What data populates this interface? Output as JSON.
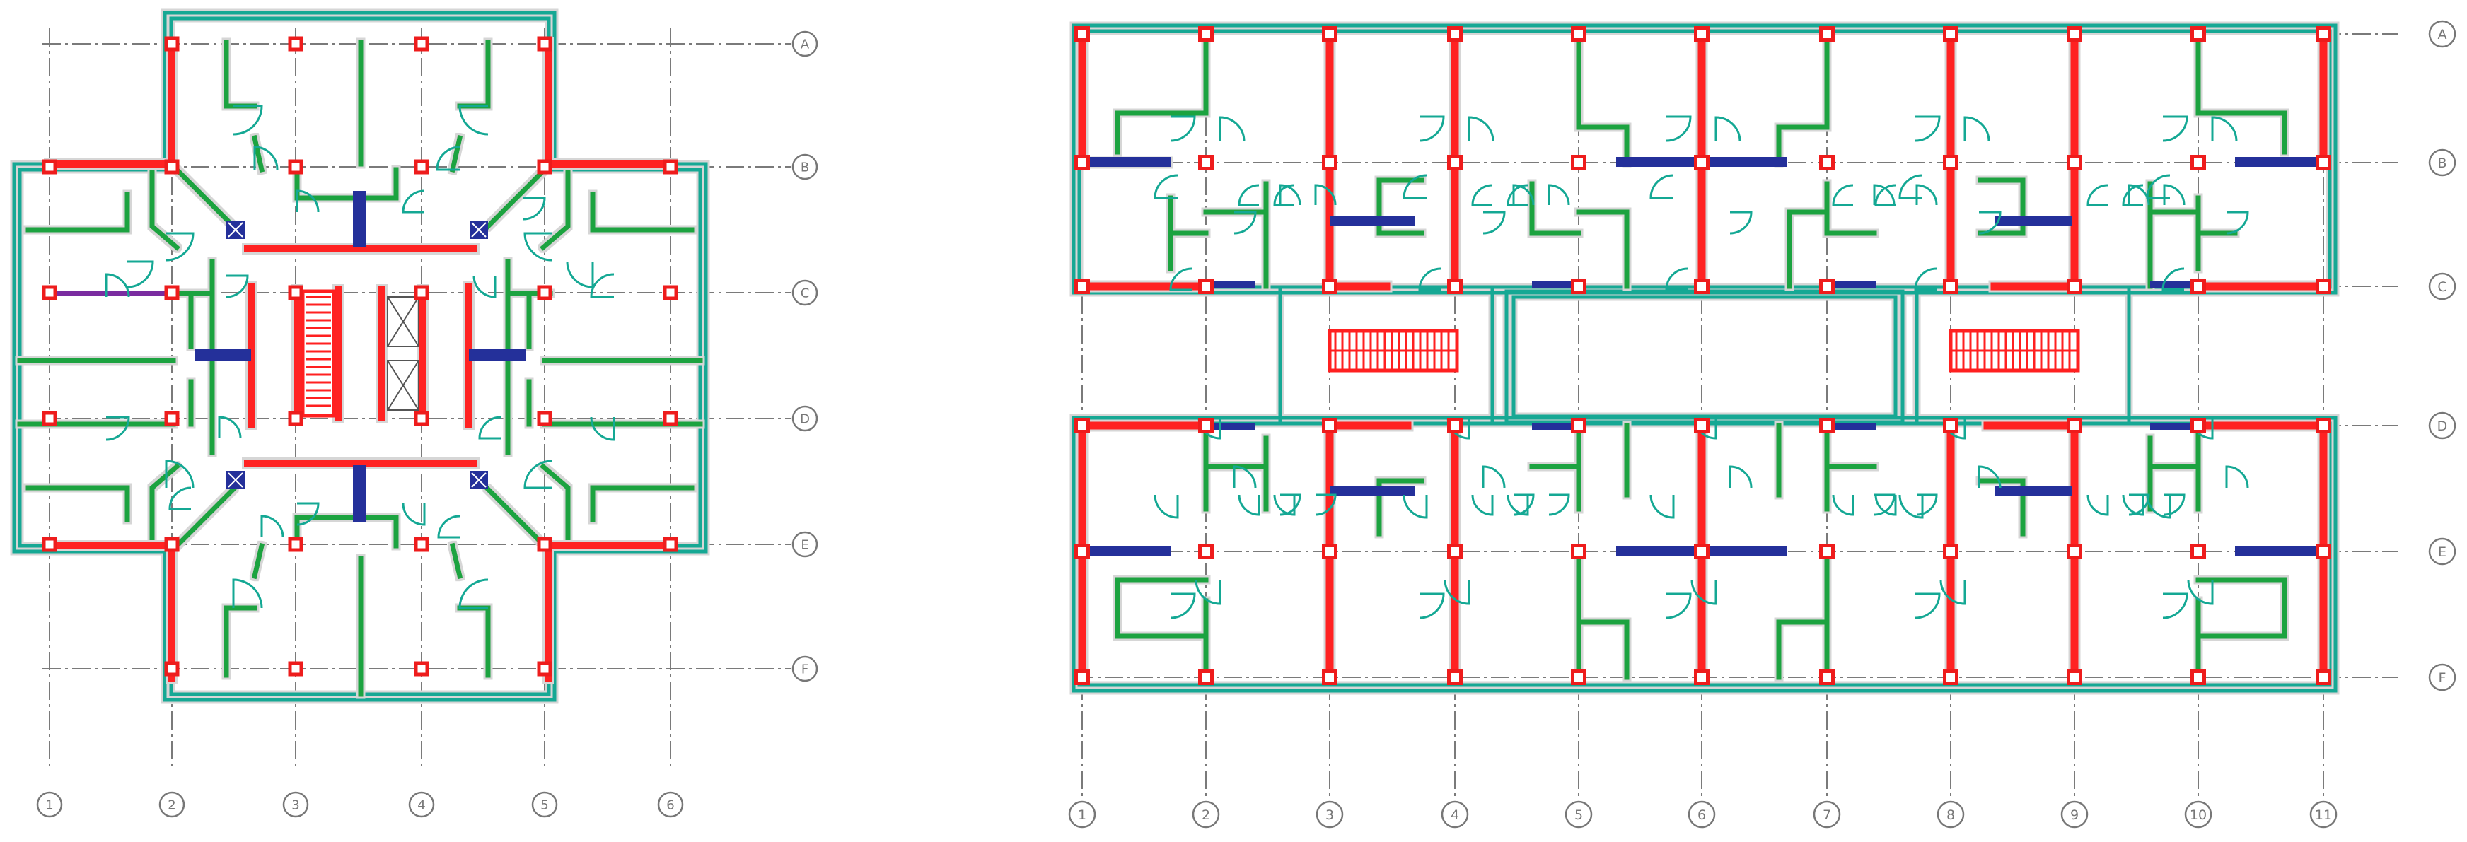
{
  "plan_left": {
    "columns": [
      "1",
      "2",
      "3",
      "4",
      "5",
      "6"
    ],
    "rows": [
      "A",
      "B",
      "C",
      "D",
      "E",
      "F"
    ]
  },
  "plan_right": {
    "columns": [
      "1",
      "2",
      "3",
      "4",
      "5",
      "6",
      "7",
      "8",
      "9",
      "10",
      "11"
    ],
    "rows": [
      "A",
      "B",
      "C",
      "D",
      "E",
      "F"
    ]
  },
  "colors": {
    "shear_wall": "#ff2020",
    "partition_wall": "#1aa33f",
    "slab_outline": "#14a894",
    "coupling_beam": "#24309a",
    "column_marker": "#ee1c1c",
    "axis_line": "#7a7a7a",
    "axis_bubble": "#777777",
    "door_swing": "#14a894",
    "halo": "#dcdcdc"
  }
}
